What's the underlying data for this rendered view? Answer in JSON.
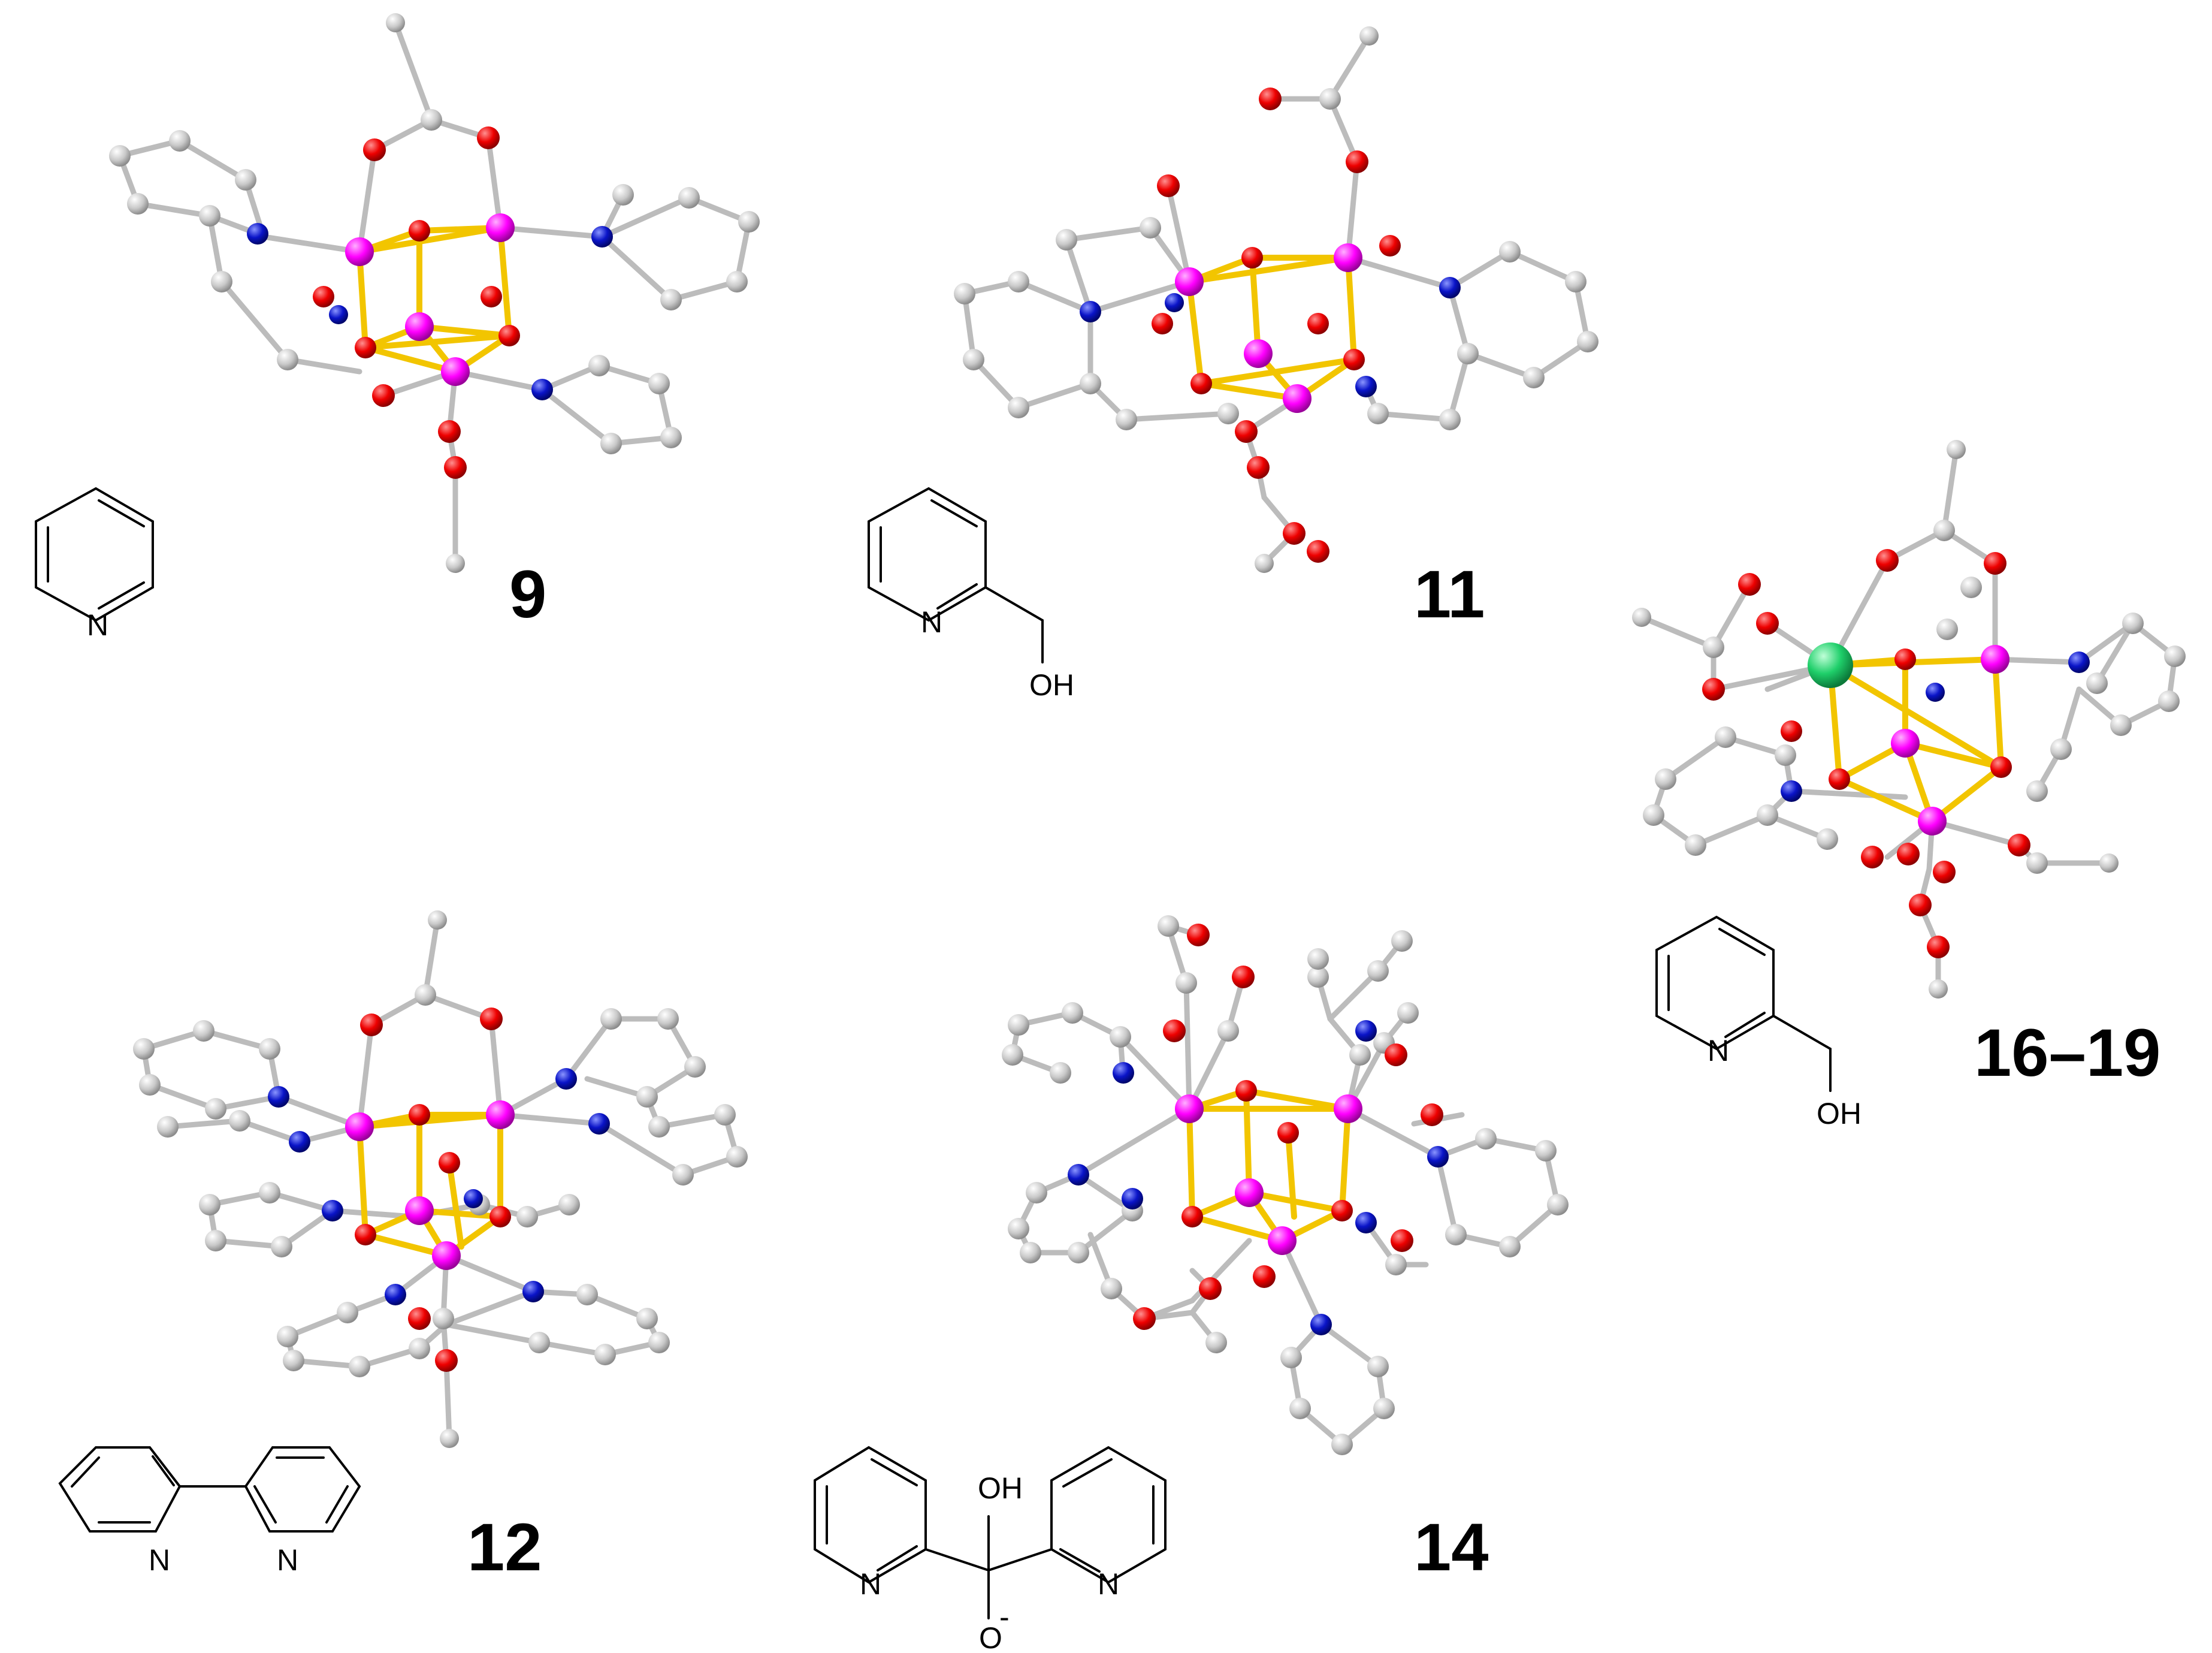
{
  "colors": {
    "carbon": "#c4c4c4",
    "oxygen": "#e60000",
    "nitrogen": "#0a14c8",
    "manganese": "#ff00ff",
    "heterometal": "#1fcf6a",
    "cubane_bond": "#f2c500",
    "bond": "#bcbcbc"
  },
  "compounds": [
    {
      "id": "9",
      "label": "9",
      "ligand": "pyridine",
      "ligand_atoms": [
        "N"
      ]
    },
    {
      "id": "11",
      "label": "11",
      "ligand": "2-(hydroxymethyl)pyridine",
      "ligand_atoms": [
        "N",
        "OH"
      ]
    },
    {
      "id": "16",
      "label": "16–19",
      "ligand": "2-(hydroxymethyl)pyridine",
      "ligand_atoms": [
        "N",
        "OH"
      ]
    },
    {
      "id": "12",
      "label": "12",
      "ligand": "2,2'-bipyridine",
      "ligand_atoms": [
        "N",
        "N"
      ]
    },
    {
      "id": "14",
      "label": "14",
      "ligand": "di-2-pyridylmethanediol anion",
      "ligand_atoms": [
        "OH",
        "N",
        "N",
        "O",
        "-"
      ]
    }
  ]
}
